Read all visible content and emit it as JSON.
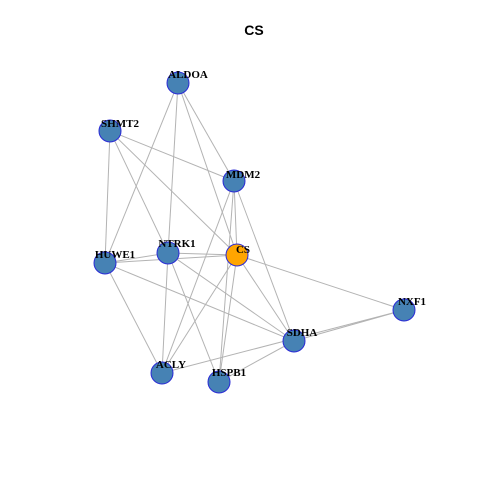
{
  "title": "CS",
  "colors": {
    "node_fill": "#4682b4",
    "hub_fill": "#ffa500",
    "node_stroke": "#2a2ad6",
    "edge": "#b3b3b3"
  },
  "nodes": [
    {
      "id": "ALDOA",
      "label": "ALDOA",
      "hub": false
    },
    {
      "id": "SHMT2",
      "label": "SHMT2",
      "hub": false
    },
    {
      "id": "MDM2",
      "label": "MDM2",
      "hub": false
    },
    {
      "id": "HUWE1",
      "label": "HUWE1",
      "hub": false
    },
    {
      "id": "NTRK1",
      "label": "NTRK1",
      "hub": false
    },
    {
      "id": "CS",
      "label": "CS",
      "hub": true
    },
    {
      "id": "NXF1",
      "label": "NXF1",
      "hub": false
    },
    {
      "id": "SDHA",
      "label": "SDHA",
      "hub": false
    },
    {
      "id": "ACLY",
      "label": "ACLY",
      "hub": false
    },
    {
      "id": "HSPB1",
      "label": "HSPB1",
      "hub": false
    }
  ],
  "edges": [
    [
      "ALDOA",
      "HUWE1"
    ],
    [
      "ALDOA",
      "NTRK1"
    ],
    [
      "ALDOA",
      "CS"
    ],
    [
      "ALDOA",
      "MDM2"
    ],
    [
      "SHMT2",
      "MDM2"
    ],
    [
      "SHMT2",
      "HUWE1"
    ],
    [
      "SHMT2",
      "NTRK1"
    ],
    [
      "SHMT2",
      "CS"
    ],
    [
      "MDM2",
      "CS"
    ],
    [
      "MDM2",
      "SDHA"
    ],
    [
      "MDM2",
      "ACLY"
    ],
    [
      "MDM2",
      "HSPB1"
    ],
    [
      "HUWE1",
      "NTRK1"
    ],
    [
      "HUWE1",
      "CS"
    ],
    [
      "HUWE1",
      "ACLY"
    ],
    [
      "HUWE1",
      "SDHA"
    ],
    [
      "NTRK1",
      "CS"
    ],
    [
      "NTRK1",
      "ACLY"
    ],
    [
      "NTRK1",
      "HSPB1"
    ],
    [
      "NTRK1",
      "SDHA"
    ],
    [
      "CS",
      "NXF1"
    ],
    [
      "CS",
      "SDHA"
    ],
    [
      "CS",
      "ACLY"
    ],
    [
      "CS",
      "HSPB1"
    ],
    [
      "NXF1",
      "SDHA"
    ],
    [
      "ACLY",
      "NXF1"
    ],
    [
      "SDHA",
      "HSPB1"
    ]
  ]
}
